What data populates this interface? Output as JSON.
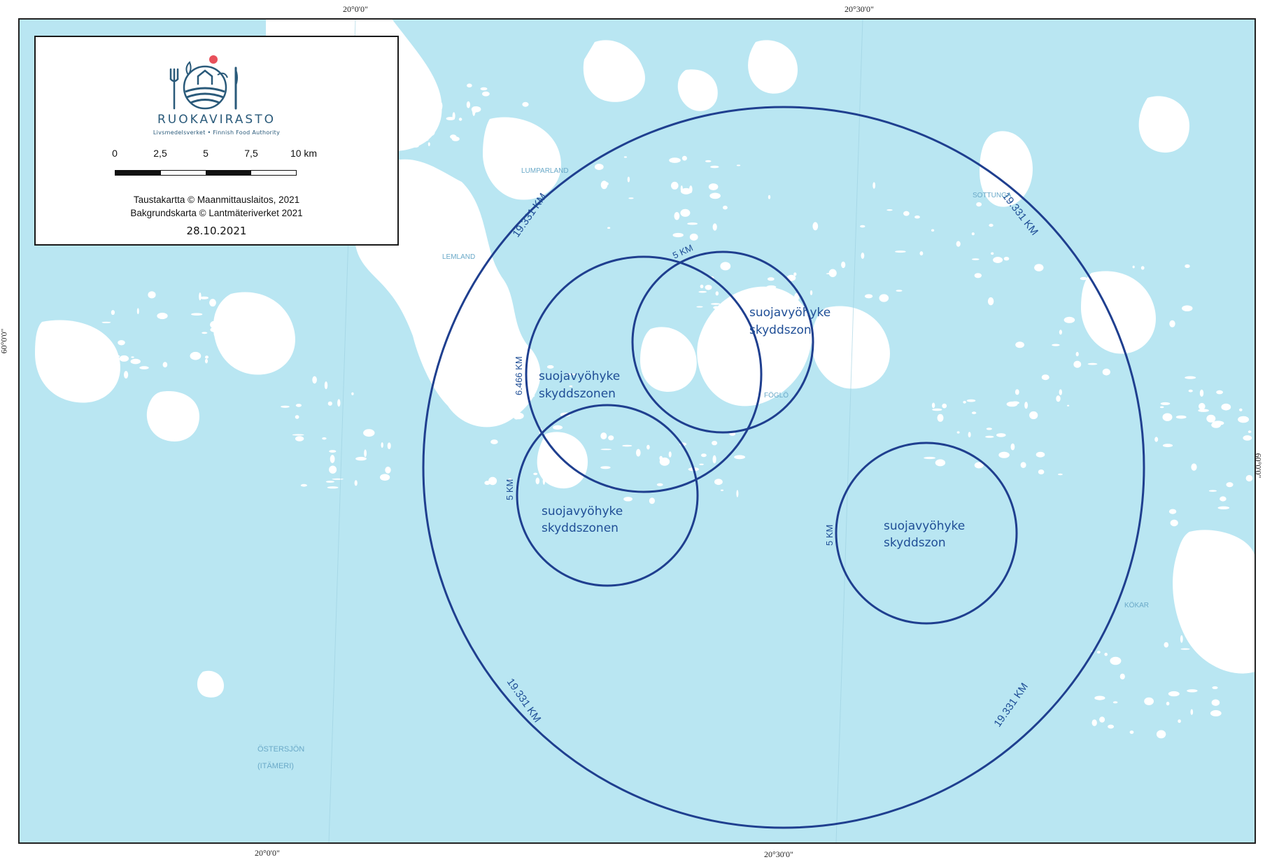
{
  "coordinates": {
    "top_left": "20°0'0\"",
    "top_right": "20°30'0\"",
    "bottom_left": "20°0'0\"",
    "bottom_right": "20°30'0\"",
    "left": "60°0'0\"",
    "right": "60°0'0\""
  },
  "legend": {
    "brand_name": "RUOKAVIRASTO",
    "brand_sub": "Livsmedelsverket • Finnish Food Authority",
    "scale_labels": [
      "0",
      "2,5",
      "5",
      "7,5",
      "10 km"
    ],
    "credit_fi": "Taustakartta © Maanmittauslaitos, 2021",
    "credit_sv": "Bakgrundskarta © Lantmäteriverket 2021",
    "date": "28.10.2021"
  },
  "map_labels": {
    "place_names": [
      "LUMPARLAND",
      "LEMLAND",
      "FÖGLÖ",
      "SOTTUNGA",
      "KÖKAR",
      "ÖSTERSJÖN",
      "(ITÄMERI)"
    ]
  },
  "zones": [
    {
      "id": "surveillance",
      "radius_label": "19.331 KM",
      "text": []
    },
    {
      "id": "protection-west",
      "radius_label": "6.466 KM",
      "text": [
        "suojavyöhyke",
        "skyddszonen"
      ]
    },
    {
      "id": "protection-north",
      "radius_label": "5 KM",
      "text": [
        "suojavyöhyke",
        "skyddszon"
      ]
    },
    {
      "id": "protection-southwest",
      "radius_label": "5 KM",
      "text": [
        "suojavyöhyke",
        "skyddszonen"
      ]
    },
    {
      "id": "protection-east",
      "radius_label": "5 KM",
      "text": [
        "suojavyöhyke",
        "skyddszon"
      ]
    }
  ],
  "colors": {
    "sea": "#b9e6f2",
    "land": "#ffffff",
    "zone_line": "#1f3f8f",
    "zone_text": "#1f4e96",
    "place_text": "#6aa9c8",
    "logo_blue": "#2a5a7a",
    "logo_red": "#e8505b"
  }
}
